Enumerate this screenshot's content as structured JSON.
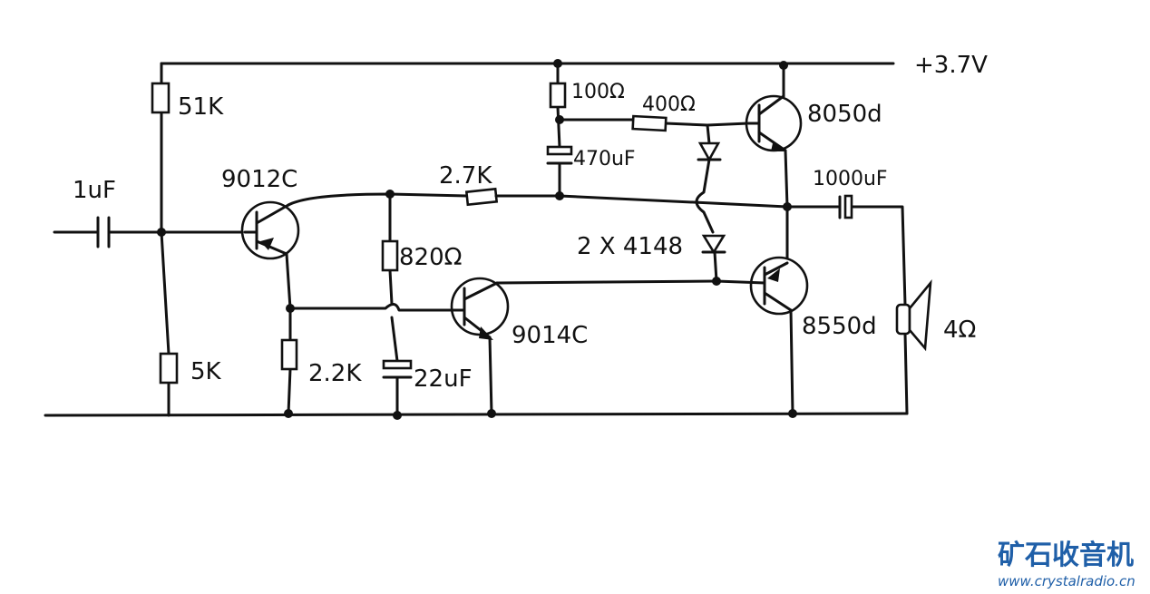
{
  "labels": {
    "supply": "+3.7V",
    "r_51k": "51K",
    "r_5k": "5K",
    "c_1uf": "1uF",
    "q_9012c": "9012C",
    "r_2_7k": "2.7K",
    "r_100": "100Ω",
    "r_400": "400Ω",
    "c_470uf": "470uF",
    "q_8050d": "8050d",
    "c_1000uf": "1000uF",
    "r_820": "820Ω",
    "d_4148": "2 X 4148",
    "q_9014c": "9014C",
    "q_8550d": "8550d",
    "r_2_2k": "2.2K",
    "c_22uf": "22uF",
    "spk_4": "4Ω"
  },
  "watermark": {
    "title": "矿石收音机",
    "url": "www.crystalradio.cn"
  }
}
